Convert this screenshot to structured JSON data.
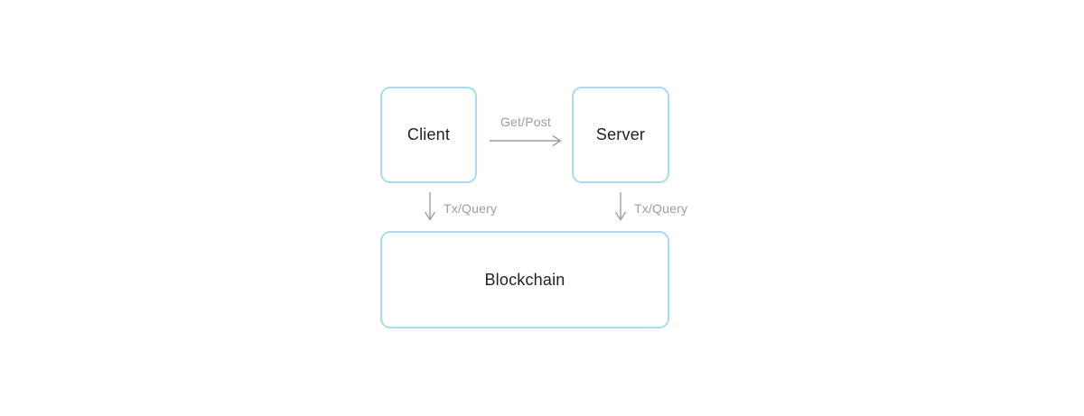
{
  "diagram": {
    "title": "client-server-blockchain-architecture",
    "nodes": {
      "client": {
        "label": "Client"
      },
      "server": {
        "label": "Server"
      },
      "blockchain": {
        "label": "Blockchain"
      }
    },
    "edges": {
      "get_post": {
        "label": "Get/Post",
        "from": "client",
        "to": "server",
        "direction": "right"
      },
      "client_tx": {
        "label": "Tx/Query",
        "from": "client",
        "to": "blockchain",
        "direction": "down"
      },
      "server_tx": {
        "label": "Tx/Query",
        "from": "server",
        "to": "blockchain",
        "direction": "down"
      }
    },
    "colors": {
      "canvas_background": "#ffffff",
      "node_background": "#ffffff",
      "node_border": "#a6dcef",
      "node_label": "#1f1f1f",
      "edge_label": "#9e9e9e",
      "arrow": "#9e9e9e"
    }
  }
}
